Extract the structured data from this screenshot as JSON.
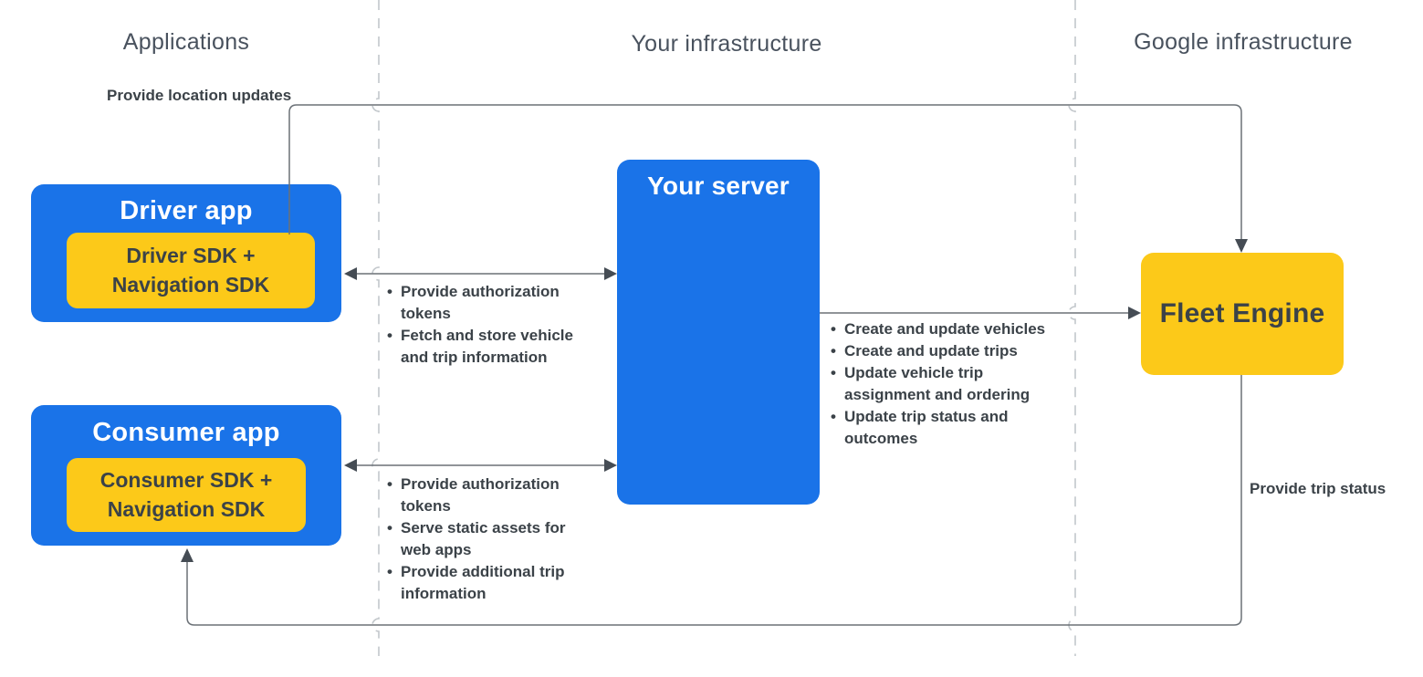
{
  "colors": {
    "blue": "#1A73E8",
    "yellow": "#FCC919",
    "dark_text": "#3B4248",
    "header_text": "#49525E",
    "white_text": "#FFFFFF",
    "line": "#6B7177",
    "arrow": "#454C54",
    "dashed_line": "#C2C7CB",
    "bg": "#FFFFFF"
  },
  "headers": {
    "applications": "Applications",
    "your_infrastructure": "Your infrastructure",
    "google_infrastructure": "Google infrastructure"
  },
  "nodes": {
    "driver_app": {
      "title": "Driver app",
      "sdk_line1": "Driver SDK +",
      "sdk_line2": "Navigation SDK"
    },
    "consumer_app": {
      "title": "Consumer app",
      "sdk_line1": "Consumer SDK +",
      "sdk_line2": "Navigation SDK"
    },
    "your_server": {
      "title": "Your server"
    },
    "fleet_engine": {
      "title": "Fleet Engine"
    }
  },
  "edge_labels": {
    "provide_location_updates": "Provide location updates",
    "provide_trip_status": "Provide trip status"
  },
  "edge_lists": {
    "driver_to_server": {
      "items": [
        "Provide authorization tokens",
        "Fetch and store vehicle and trip information"
      ]
    },
    "consumer_to_server": {
      "items": [
        "Provide authorization tokens",
        "Serve static assets for web apps",
        "Provide additional trip information"
      ]
    },
    "server_to_fleet": {
      "items": [
        "Create and update vehicles",
        "Create and update trips",
        "Update vehicle trip assignment and ordering",
        "Update trip status and outcomes"
      ]
    }
  }
}
